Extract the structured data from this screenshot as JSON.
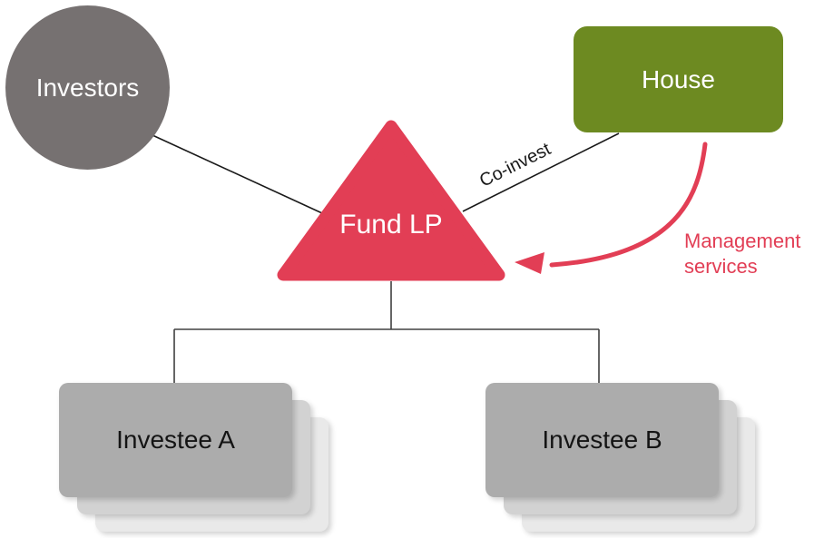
{
  "nodes": {
    "investors": {
      "label": "Investors"
    },
    "house": {
      "label": "House"
    },
    "fund": {
      "label": "Fund LP"
    },
    "investee_a": {
      "label": "Investee A"
    },
    "investee_b": {
      "label": "Investee B"
    }
  },
  "edges": {
    "co_invest": {
      "label": "Co-invest"
    },
    "management": {
      "label": "Management services"
    }
  },
  "colors": {
    "investors_gray": "#767171",
    "house_green": "#6D8A21",
    "fund_red": "#E23E55",
    "investee_front_gray": "#ACACAC",
    "investee_mid_gray": "#D2D2D2",
    "investee_back_gray": "#E9E9E9",
    "connector_line": "#404040",
    "background": "#FFFFFF"
  }
}
